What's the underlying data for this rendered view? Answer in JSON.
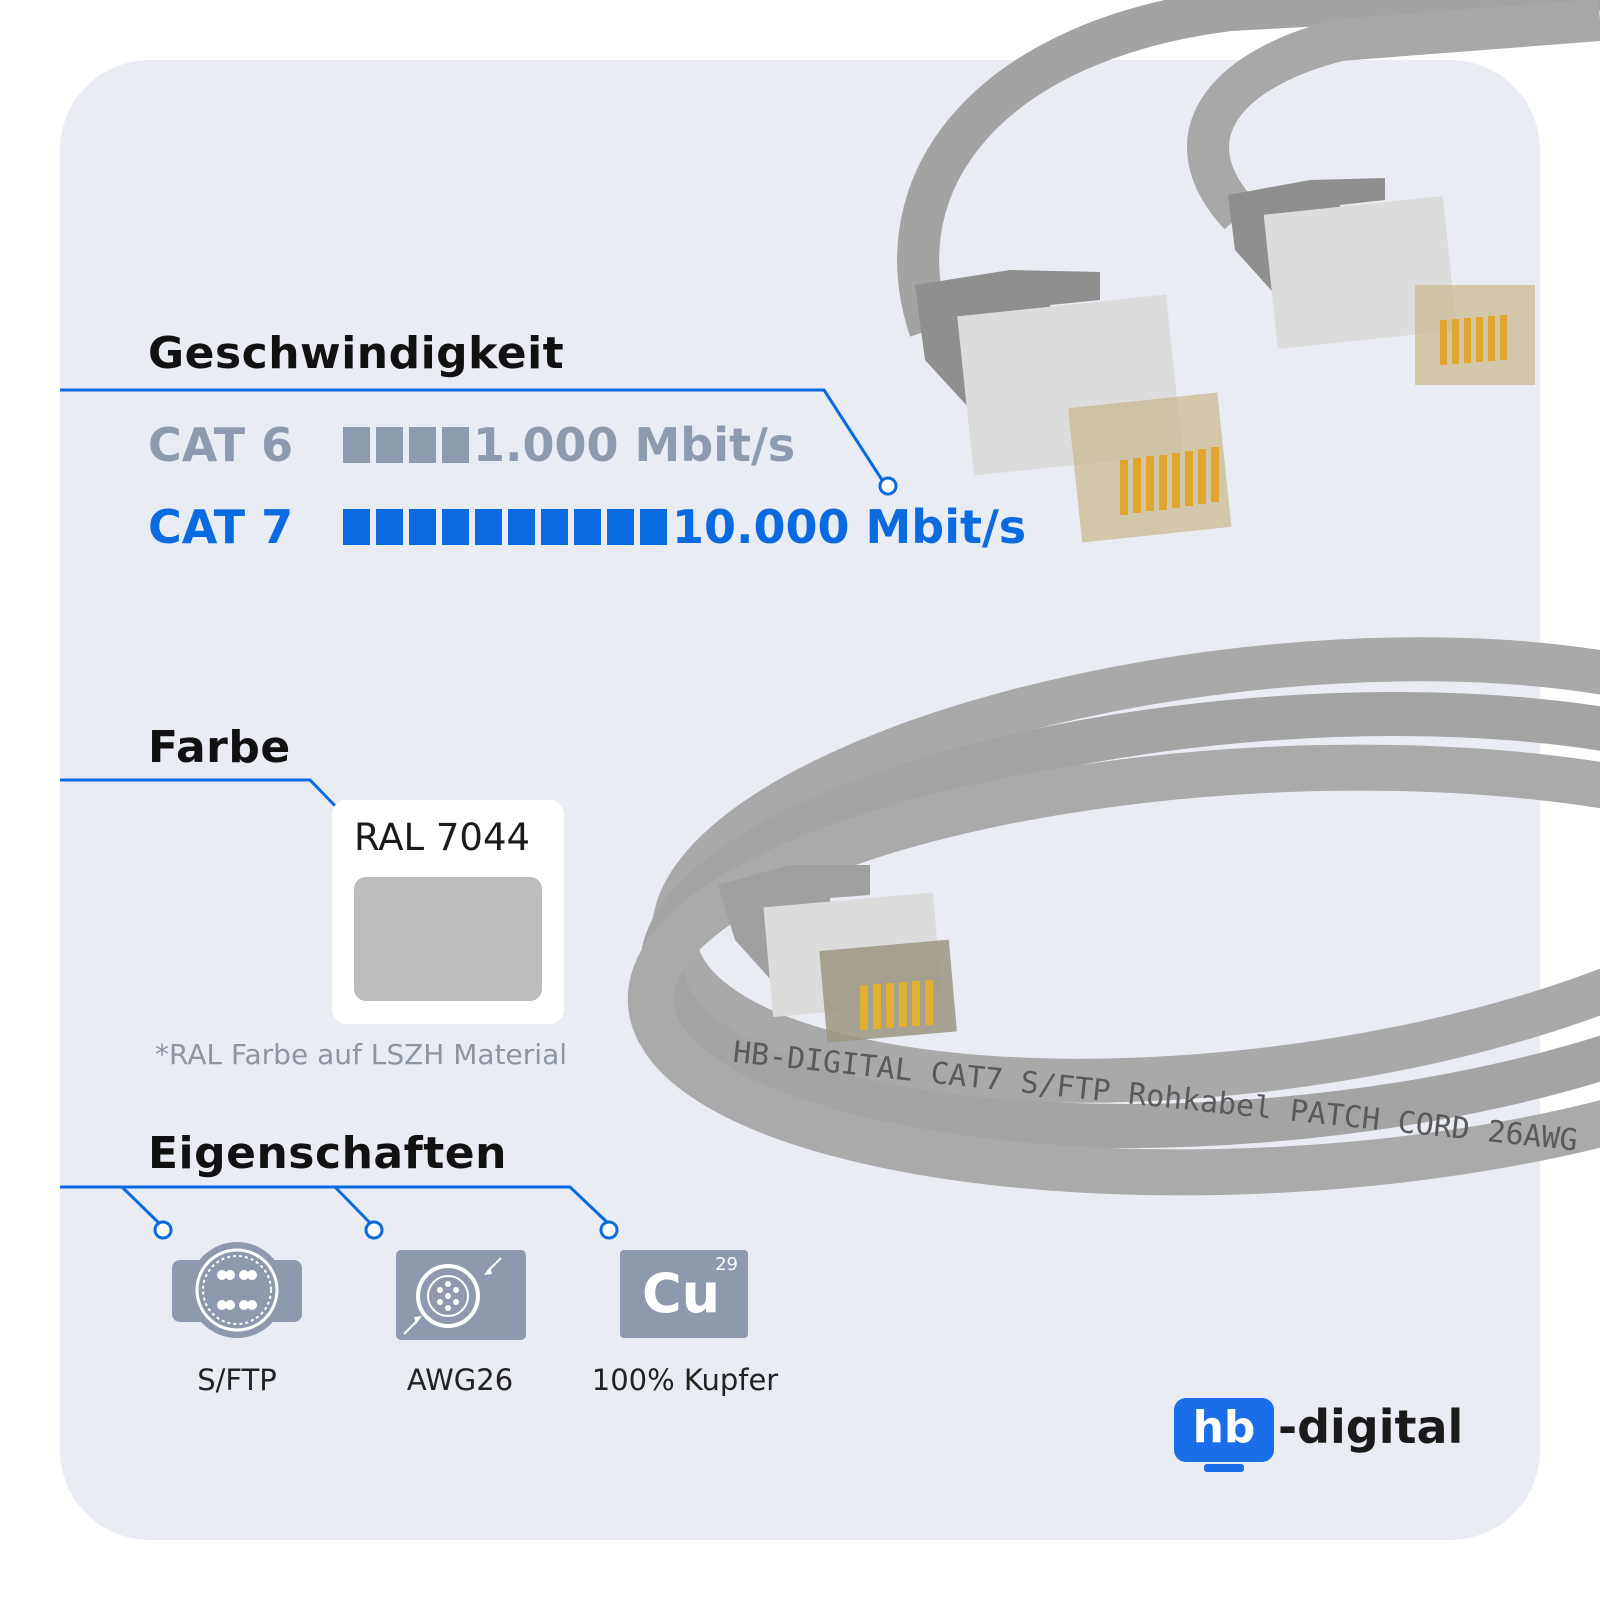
{
  "colors": {
    "accent": "#0a6be0",
    "muted": "#8e9bae",
    "ral_swatch": "#bdbdbd",
    "icon_fill": "#8e99ad",
    "cable": "#a9a9a9"
  },
  "speed": {
    "heading": "Geschwindigkeit",
    "rows": [
      {
        "label": "CAT 6",
        "value": "1.000 Mbit/s",
        "segments": 4
      },
      {
        "label": "CAT 7",
        "value": "10.000 Mbit/s",
        "segments": 10
      }
    ]
  },
  "color_section": {
    "heading": "Farbe",
    "ral_label": "RAL 7044",
    "footnote": "*RAL Farbe auf LSZH Material"
  },
  "properties": {
    "heading": "Eigenschaften",
    "items": [
      {
        "label": "S/FTP",
        "icon": "sftp-cable-cross-section-icon"
      },
      {
        "label": "AWG26",
        "icon": "awg-wire-gauge-icon"
      },
      {
        "label": "100% Kupfer",
        "icon": "copper-element-icon",
        "symbol": "Cu",
        "number": "29"
      }
    ]
  },
  "cable_print": "HB-DIGITAL CAT7 S/FTP Rohkabel PATCH CORD 26AWG",
  "logo": {
    "hb": "hb",
    "rest": "-digital"
  }
}
